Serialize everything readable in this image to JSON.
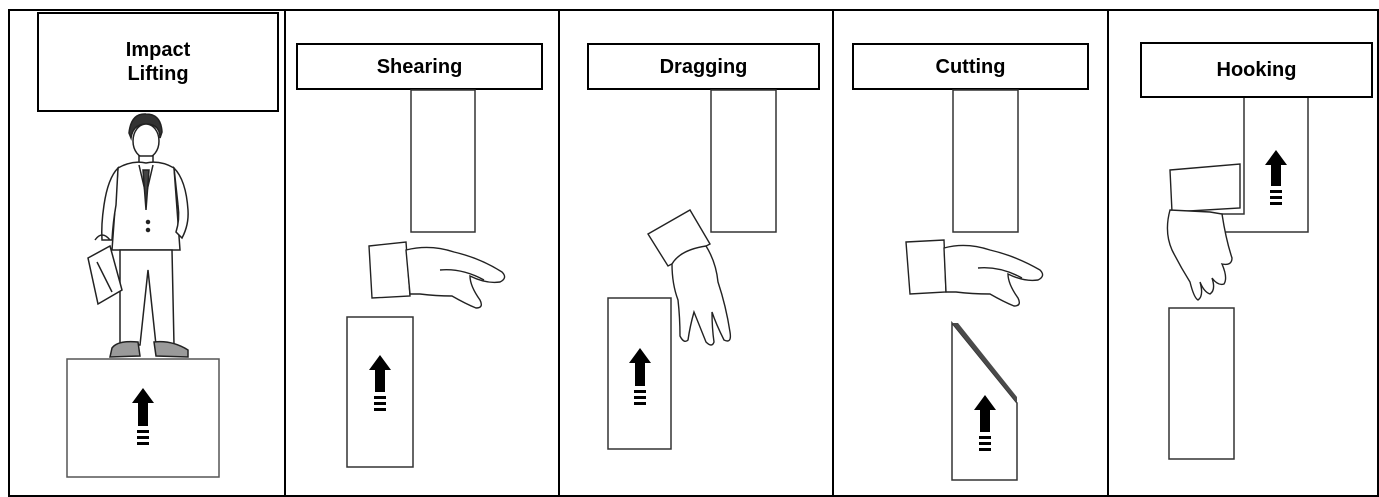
{
  "panels": [
    {
      "id": "impact-lifting",
      "label": "Impact\nLifting"
    },
    {
      "id": "shearing",
      "label": "Shearing"
    },
    {
      "id": "dragging",
      "label": "Dragging"
    },
    {
      "id": "cutting",
      "label": "Cutting"
    },
    {
      "id": "hooking",
      "label": "Hooking"
    }
  ],
  "colors": {
    "frame": "#000000",
    "panel_stroke": "#333333",
    "arrow": "#000000",
    "shoe": "#9a9a9a",
    "blade": "#4a4a4a"
  }
}
